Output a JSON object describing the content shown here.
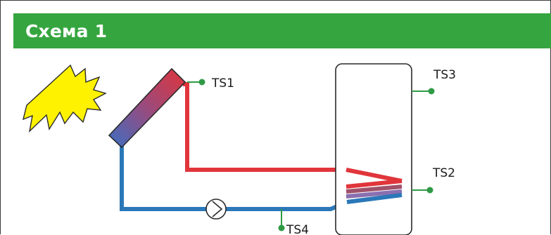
{
  "header": {
    "title": "Схема 1"
  },
  "sensors": {
    "ts1": "TS1",
    "ts2": "TS2",
    "ts3": "TS3",
    "ts4": "TS4"
  },
  "colors": {
    "header_bg": "#35a53f",
    "hot_pipe": "#e0353b",
    "cold_pipe": "#2b78b8",
    "sensor": "#2f9a45",
    "sun": "#fff200"
  },
  "icons": [
    "sun-icon",
    "solar-collector-icon",
    "pump-icon",
    "storage-tank-icon",
    "heat-exchanger-coil-icon"
  ]
}
